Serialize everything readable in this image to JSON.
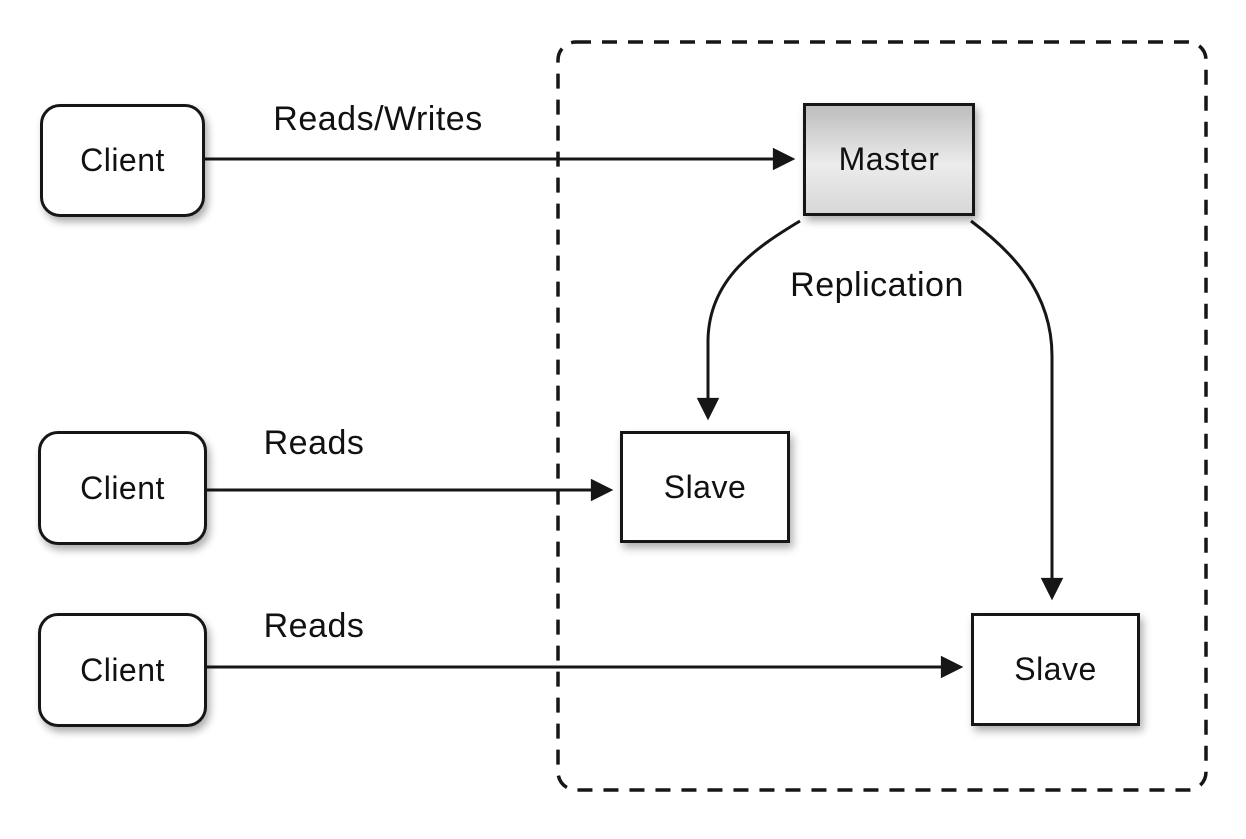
{
  "nodes": {
    "client1": {
      "label": "Client"
    },
    "client2": {
      "label": "Client"
    },
    "client3": {
      "label": "Client"
    },
    "master": {
      "label": "Master"
    },
    "slave1": {
      "label": "Slave"
    },
    "slave2": {
      "label": "Slave"
    }
  },
  "edges": {
    "reads_writes": {
      "label": "Reads/Writes"
    },
    "reads_mid": {
      "label": "Reads"
    },
    "reads_bottom": {
      "label": "Reads"
    },
    "replication": {
      "label": "Replication"
    }
  },
  "colors": {
    "stroke": "#161616",
    "background": "#ffffff",
    "master_gradient_top": "#bdbdbd",
    "master_gradient_mid": "#ececec",
    "master_gradient_bottom": "#d8d8d8",
    "text": "#111111"
  }
}
